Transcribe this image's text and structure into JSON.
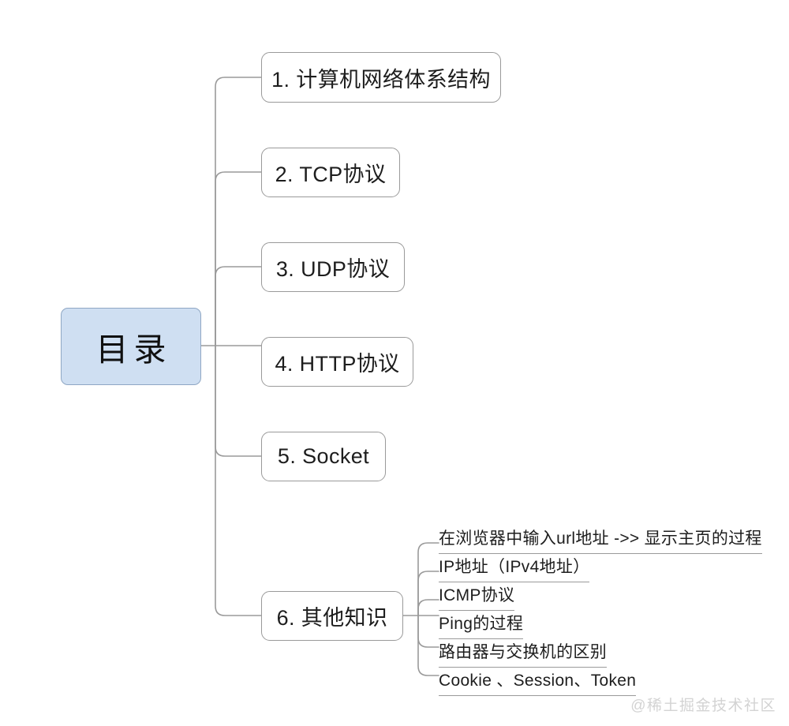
{
  "diagram": {
    "type": "mind-map",
    "orientation": "left-to-right",
    "root": {
      "label": "目录",
      "fill": "#cfdff2",
      "border": "#8fa7c4"
    },
    "branch_style": {
      "fill": "#ffffff",
      "border": "#9a9a9a",
      "connector": "#9a9a9a"
    },
    "branches": [
      {
        "label": "1. 计算机网络体系结构"
      },
      {
        "label": "2. TCP协议"
      },
      {
        "label": "3. UDP协议"
      },
      {
        "label": "4. HTTP协议"
      },
      {
        "label": "5. Socket"
      },
      {
        "label": "6. 其他知识",
        "children": [
          {
            "label": "在浏览器中输入url地址 ->> 显示主页的过程"
          },
          {
            "label": "IP地址（IPv4地址）"
          },
          {
            "label": "ICMP协议"
          },
          {
            "label": "Ping的过程"
          },
          {
            "label": "路由器与交换机的区别"
          },
          {
            "label": "Cookie 、Session、Token"
          }
        ]
      }
    ]
  },
  "watermark": {
    "text": "@稀土掘金技术社区",
    "color": "#d3d3d3"
  }
}
